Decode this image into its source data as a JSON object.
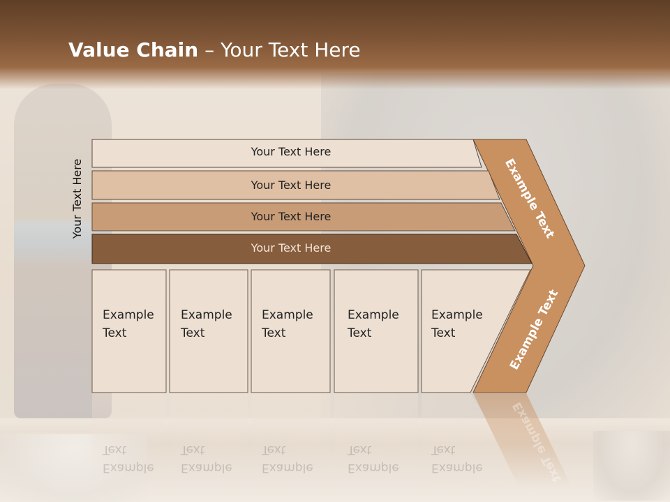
{
  "slide": {
    "title_bold": "Value Chain",
    "title_rest": " – Your Text Here",
    "vertical_label": "Your Text Here",
    "bands": [
      {
        "label": "Your Text Here",
        "color": "#ede0d3"
      },
      {
        "label": "Your Text Here",
        "color": "#dfc0a4"
      },
      {
        "label": "Your Text Here",
        "color": "#c99c78"
      },
      {
        "label": "Your Text Here",
        "color": "#865d3d"
      }
    ],
    "cells": [
      {
        "label": "Example\nText"
      },
      {
        "label": "Example\nText"
      },
      {
        "label": "Example\nText"
      },
      {
        "label": "Example\nText"
      },
      {
        "label": "Example\nText"
      }
    ],
    "arrow_top_label": "Example Text",
    "arrow_bottom_label": "Example Text",
    "colors": {
      "header": "#7a5234",
      "arrow": "#c99060",
      "cell": "#ede0d3",
      "outline": "#5f4a3a"
    }
  }
}
